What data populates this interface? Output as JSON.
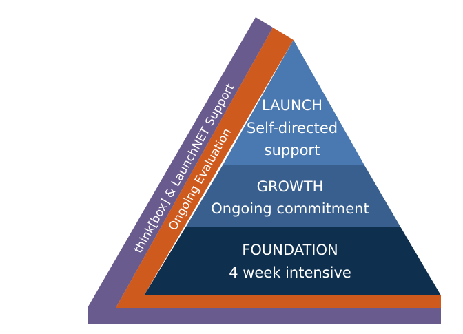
{
  "diagram": {
    "colors": {
      "outer_band": "#6a5b8e",
      "inner_band": "#cf5a1e",
      "launch": "#4a78b0",
      "growth": "#385f8e",
      "foundation": "#0f2f4e",
      "text": "#ffffff"
    },
    "outer_band_label": "think[box] & LaunchNET Support",
    "inner_band_label": "Ongoing Evaluation",
    "tiers": [
      {
        "id": "launch",
        "title": "LAUNCH",
        "lines": [
          "Self-directed",
          "support"
        ]
      },
      {
        "id": "growth",
        "title": "GROWTH",
        "lines": [
          "Ongoing commitment"
        ]
      },
      {
        "id": "foundation",
        "title": "FOUNDATION",
        "lines": [
          "4 week intensive"
        ]
      }
    ]
  }
}
